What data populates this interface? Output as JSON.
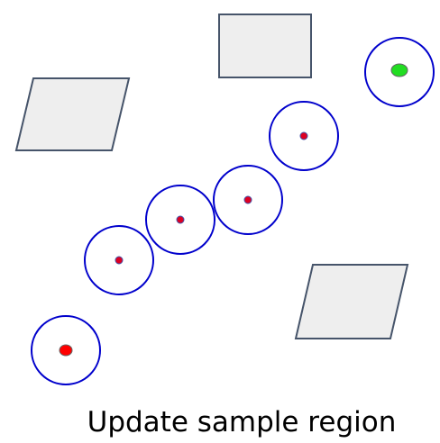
{
  "caption": "Update sample region",
  "colors": {
    "obstacle_fill": "#eeeeee",
    "obstacle_stroke": "#46546a",
    "region_stroke": "#0000cc",
    "sample_fill": "#dd0022",
    "sample_stroke": "#4455aa",
    "start_fill": "#ff0000",
    "goal_fill": "#22dd22",
    "goal_stroke": "#666666"
  },
  "obstacles": [
    {
      "name": "obstacle-parallelogram-left",
      "shape": "parallelogram"
    },
    {
      "name": "obstacle-rectangle-top",
      "shape": "rectangle"
    },
    {
      "name": "obstacle-parallelogram-right",
      "shape": "parallelogram"
    }
  ],
  "regions": [
    {
      "name": "start-region",
      "kind": "start"
    },
    {
      "name": "sample-region-1",
      "kind": "sample"
    },
    {
      "name": "sample-region-2",
      "kind": "sample"
    },
    {
      "name": "sample-region-3",
      "kind": "sample"
    },
    {
      "name": "sample-region-4",
      "kind": "sample"
    },
    {
      "name": "goal-region",
      "kind": "goal"
    }
  ]
}
